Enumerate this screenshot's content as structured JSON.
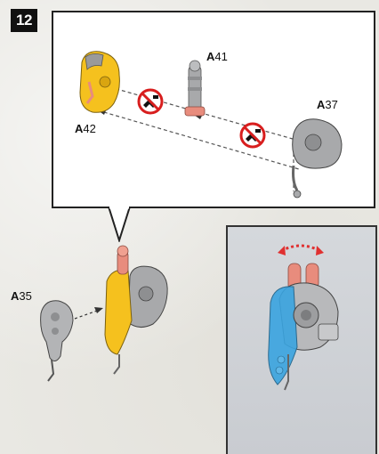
{
  "step": {
    "number": "12"
  },
  "callout": {
    "parts": [
      {
        "prefix": "A",
        "number": "41"
      },
      {
        "prefix": "A",
        "number": "37"
      },
      {
        "prefix": "A",
        "number": "42"
      }
    ],
    "warning_icon": "no-glue-icon"
  },
  "main_assembly": {
    "parts": [
      {
        "prefix": "A",
        "number": "35"
      }
    ]
  },
  "inset": {
    "rotation_arrow_icon": "rotate-arrow-icon",
    "rotation_color": "#e03030"
  },
  "colors": {
    "yellow_part": "#f5c11e",
    "pink_part": "#e88c7d",
    "grey_part": "#a8a9ab",
    "blue_highlight": "#3aa4e0"
  }
}
